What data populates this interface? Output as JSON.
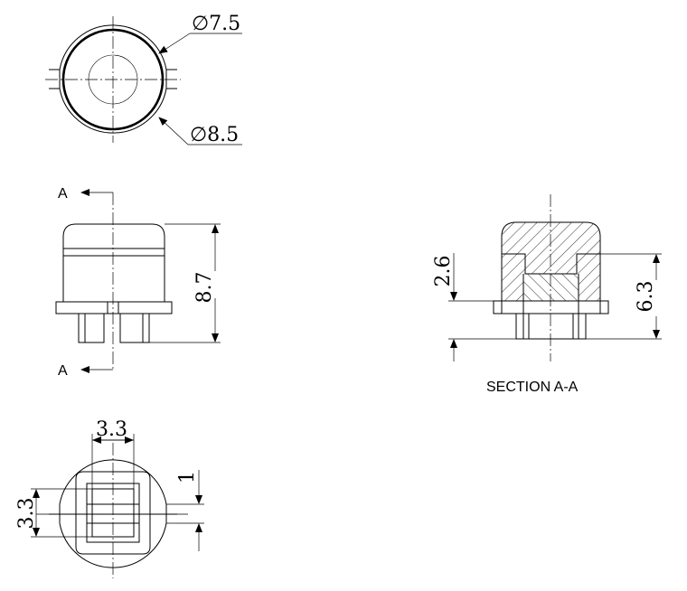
{
  "top_view": {
    "dim_outer": "∅7.5",
    "dim_inner": "∅8.5"
  },
  "side_view": {
    "section_mark_top": "A",
    "section_mark_bottom": "A",
    "height": "8.7"
  },
  "section_view": {
    "dim_flange": "2.6",
    "dim_height": "6.3",
    "caption": "SECTION A-A"
  },
  "bottom_view": {
    "width": "3.3",
    "height": "3.3",
    "offset": "1"
  }
}
